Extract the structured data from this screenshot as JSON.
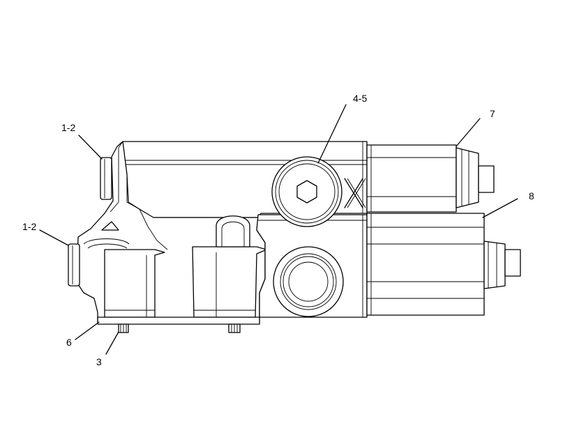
{
  "callouts": {
    "c1": "1-2",
    "c2": "1-2",
    "c3": "3",
    "c45": "4-5",
    "c6": "6",
    "c7": "7",
    "c8": "8"
  },
  "line_color": "#000000",
  "background": "#ffffff"
}
